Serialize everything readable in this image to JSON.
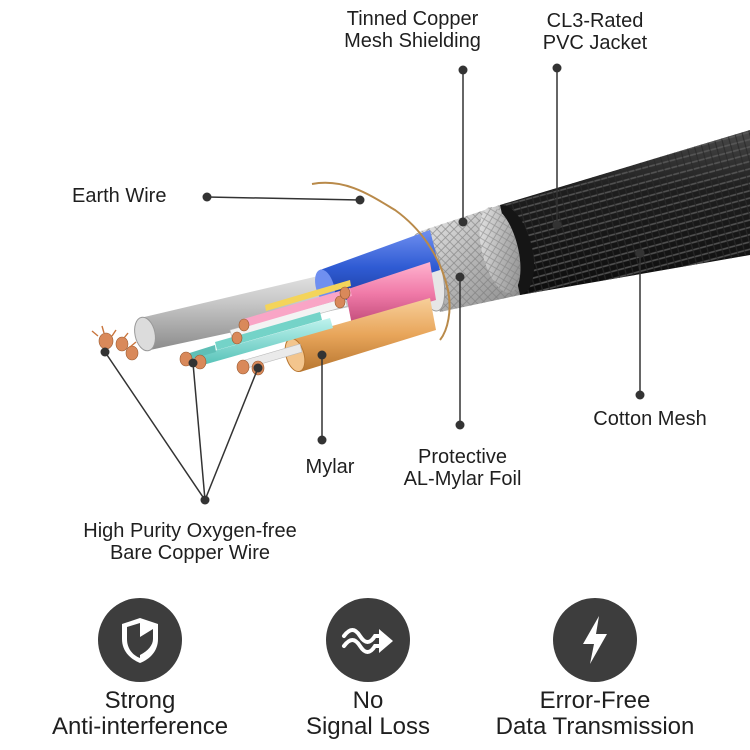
{
  "labels": {
    "tinned_copper": [
      "Tinned Copper",
      "Mesh Shielding"
    ],
    "jacket": [
      "CL3-Rated",
      "PVC Jacket"
    ],
    "earth_wire": "Earth Wire",
    "cotton_mesh": "Cotton Mesh",
    "mylar": "Mylar",
    "foil": [
      "Protective",
      "AL-Mylar Foil"
    ],
    "copper_wire": [
      "High Purity Oxygen-free",
      "Bare Copper Wire"
    ]
  },
  "features": [
    {
      "icon": "shield-icon",
      "lines": [
        "Strong",
        "Anti-interference"
      ]
    },
    {
      "icon": "wave-arrow-icon",
      "lines": [
        "No",
        "Signal Loss"
      ]
    },
    {
      "icon": "lightning-icon",
      "lines": [
        "Error-Free",
        "Data Transmission"
      ]
    }
  ],
  "colors": {
    "jacket": "#1c1c1c",
    "leader": "#333333",
    "icon_bg": "#3d3d3d",
    "blue_wire": "#2f5bd3",
    "pink_wire": "#f07aa8",
    "orange_wire": "#e8a55a",
    "copper": "#d9895a"
  }
}
